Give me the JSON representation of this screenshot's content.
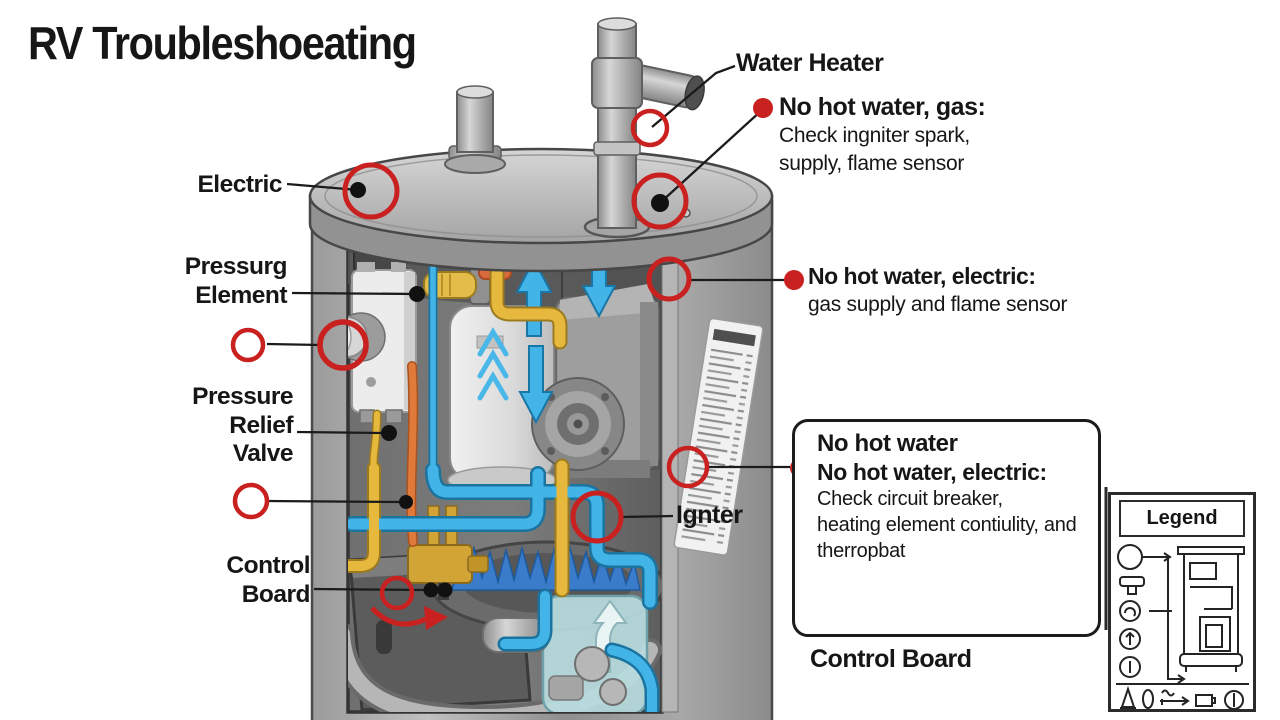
{
  "title": "RV Troubleshoeating",
  "left_labels": {
    "electric": "Electric",
    "pressurg_element": [
      "Pressurg",
      "Element"
    ],
    "pressure_relief_valve": [
      "Pressure",
      "Relief",
      "Valve"
    ],
    "control_board": [
      "Control",
      "Board"
    ]
  },
  "right_labels": {
    "water_heater": "Water Heater",
    "no_hot_water_gas": {
      "title": "No hot water, gas:",
      "lines": [
        "Check ingniter spark,",
        "supply, flame sensor"
      ]
    },
    "no_hot_water_electric": {
      "title": "No hot water, electric:",
      "lines": [
        "gas supply and flame sensor"
      ]
    },
    "igniter": "Ignter",
    "control_board": "Control Board"
  },
  "callout_box": {
    "heading": "No hot water",
    "subheading": "No hot water, electric:",
    "lines": [
      "Check circuit breaker,",
      "heating element contiulity, and",
      "therropbat"
    ]
  },
  "legend": {
    "title": "Legend"
  },
  "colors": {
    "marker_red": "#c92020",
    "pipe_blue": "#42b4e8",
    "pipe_yellow": "#e6b93e",
    "wire_orange": "#e07a3a",
    "flame_blue": "#3a7cc9",
    "tank_gray": "#a9a9a9",
    "text_black": "#111111"
  }
}
